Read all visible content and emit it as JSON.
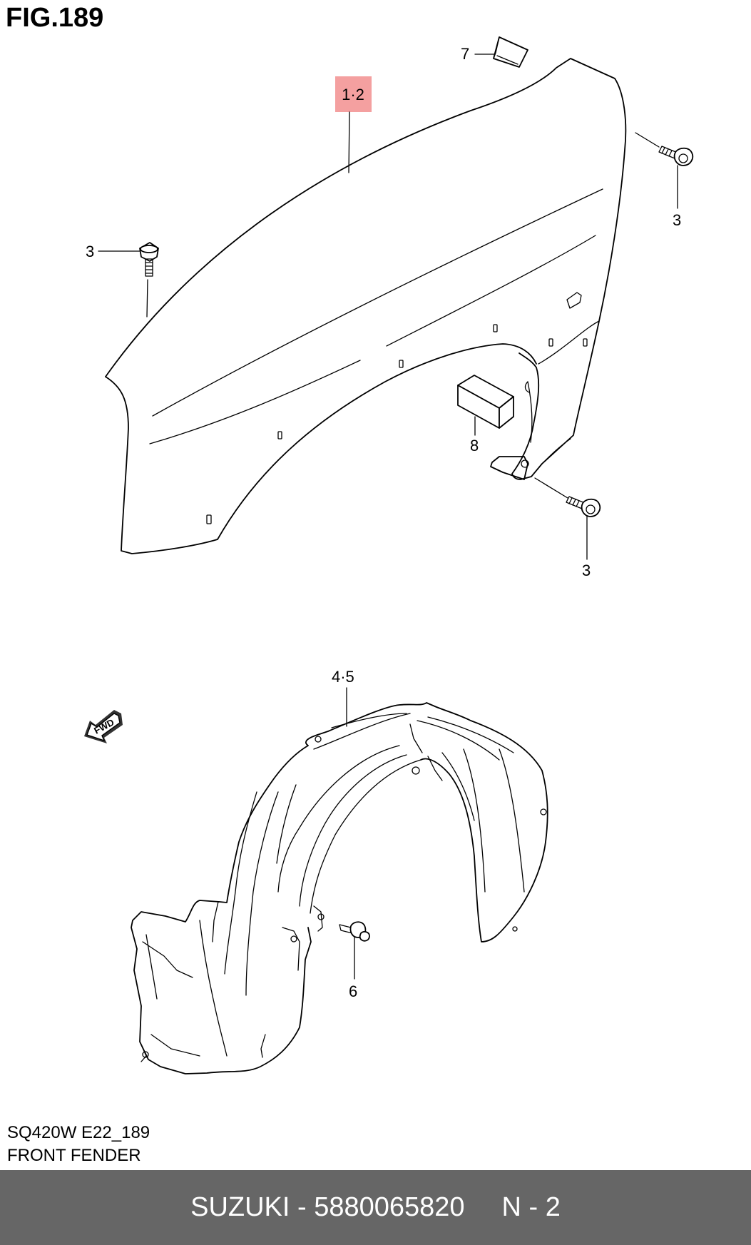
{
  "figure": {
    "title": "FIG.189",
    "model_code": "SQ420W E22_189",
    "description": "FRONT FENDER"
  },
  "callouts": {
    "fender": "1·2",
    "bolt_left": "3",
    "bolt_upper_right": "3",
    "bolt_lower_right": "3",
    "cap": "7",
    "pad": "8",
    "liner": "4·5",
    "clip": "6"
  },
  "fwd_label": "FWD",
  "highlight_color": "#f4a0a0",
  "footer": {
    "brand_part": "SUZUKI - 5880065820",
    "page": "N - 2",
    "background": "#666666"
  }
}
